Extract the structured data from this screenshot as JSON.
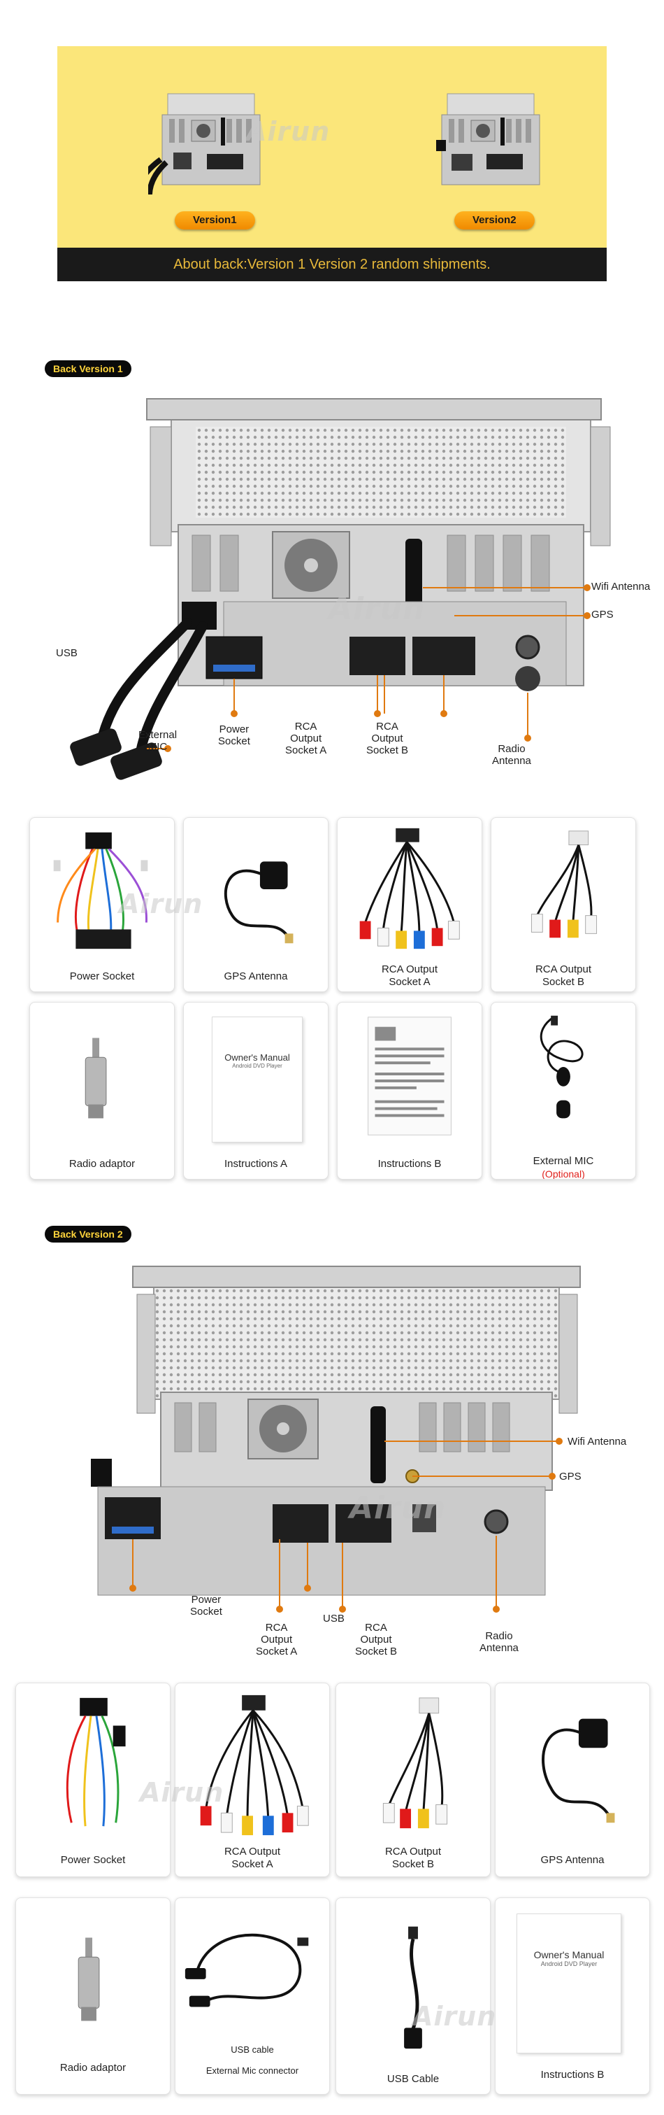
{
  "banner": {
    "version1": "Version1",
    "version2": "Version2",
    "note": "About back:Version 1 Version 2 random shipments.",
    "watermark": "Airun"
  },
  "section1": {
    "tag": "Back Version 1",
    "callouts": {
      "wifi": "Wifi Antenna",
      "gps": "GPS",
      "usb": "USB",
      "mic": "External\nMIC",
      "power": "Power\nSocket",
      "rca_a": "RCA\nOutput\nSocket A",
      "rca_b": "RCA\nOutput\nSocket B",
      "radio": "Radio\nAntenna"
    },
    "watermark": "Airun",
    "cards": [
      {
        "label": "Power Socket"
      },
      {
        "label": "GPS Antenna"
      },
      {
        "label": "RCA Output\nSocket A"
      },
      {
        "label": "RCA Output\nSocket B"
      },
      {
        "label": "Radio adaptor"
      },
      {
        "label": "Instructions A",
        "manual_title": "Owner's Manual",
        "manual_sub": "Android DVD Player"
      },
      {
        "label": "Instructions B"
      },
      {
        "label": "External MIC",
        "note": "(Optional)"
      }
    ]
  },
  "section2": {
    "tag": "Back Version 2",
    "callouts": {
      "wifi": "Wifi Antenna",
      "gps": "GPS",
      "power": "Power\nSocket",
      "rca_a": "RCA\nOutput\nSocket A",
      "usb": "USB",
      "rca_b": "RCA\nOutput\nSocket B",
      "radio": "Radio\nAntenna"
    },
    "watermark": "Airun",
    "cards": [
      {
        "label": "Power Socket"
      },
      {
        "label": "RCA Output\nSocket A"
      },
      {
        "label": "RCA Output\nSocket B"
      },
      {
        "label": "GPS Antenna"
      },
      {
        "label": "Radio adaptor"
      },
      {
        "label": "USB cable",
        "label2": "External Mic connector"
      },
      {
        "label": "USB Cable"
      },
      {
        "label": "Instructions B",
        "manual_title": "Owner's Manual",
        "manual_sub": "Android DVD Player"
      }
    ]
  },
  "colors": {
    "banner_bg": "#fbe67a",
    "pill": "#f5a000",
    "tag_text": "#ffd43b",
    "callout_line": "#e07a10",
    "optional": "#e0201b"
  }
}
